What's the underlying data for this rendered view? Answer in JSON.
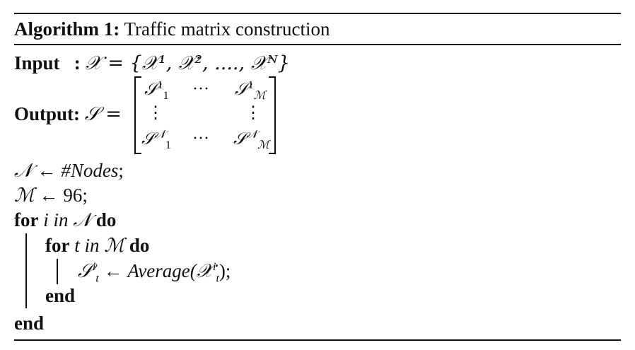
{
  "algorithm": {
    "label": "Algorithm 1:",
    "title": "Traffic matrix construction"
  },
  "input": {
    "keyword": "Input",
    "colon": ":",
    "expression": "𝒳 = {𝒳¹, 𝒳², ...., 𝒳ᴺ}"
  },
  "output": {
    "keyword": "Output:",
    "lhs": "𝒮 =",
    "matrix": {
      "r1c1": "𝒮",
      "r1c1_sup": "1",
      "r1c1_sub": "1",
      "r1c2": "···",
      "r1c3": "𝒮",
      "r1c3_sup": "1",
      "r1c3_sub": "ℳ",
      "r2c1": "⋮",
      "r2c3": "⋮",
      "r3c1": "𝒮",
      "r3c1_sup": "𝒩",
      "r3c1_sub": "1",
      "r3c2": "···",
      "r3c3": "𝒮",
      "r3c3_sup": "𝒩",
      "r3c3_sub": "ℳ"
    }
  },
  "steps": {
    "s1_lhs": "𝒩",
    "s1_arrow": "←",
    "s1_rhs": "#Nodes",
    "s1_end": ";",
    "s2_lhs": "ℳ",
    "s2_arrow": "←",
    "s2_rhs": "96;",
    "for1_kw": "for",
    "for1_var": "i in 𝒩",
    "for1_do": "do",
    "for2_kw": "for",
    "for2_var": "t in ℳ",
    "for2_do": "do",
    "assign_lhs": "𝒮",
    "assign_lhs_sup": "i",
    "assign_lhs_sub": "t",
    "assign_arrow": "←",
    "assign_func": "Average(𝒳",
    "assign_rhs_sup": "i",
    "assign_rhs_sub": "t",
    "assign_close": ");",
    "end_inner": "end",
    "end_outer": "end"
  }
}
